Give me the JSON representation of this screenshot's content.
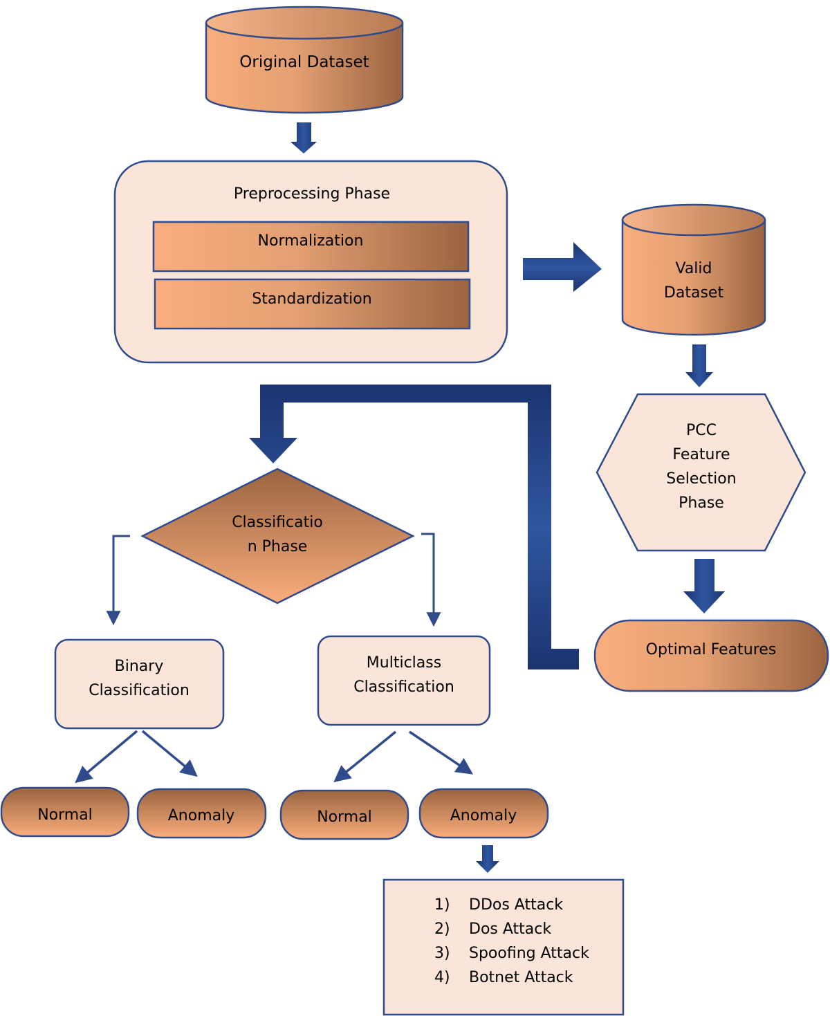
{
  "nodes": {
    "original_dataset": "Original Dataset",
    "preprocessing_phase": "Preprocessing Phase",
    "normalization": "Normalization",
    "standardization": "Standardization",
    "valid_dataset": [
      "Valid",
      "Dataset"
    ],
    "pcc_phase": [
      "PCC",
      "Feature",
      "Selection",
      "Phase"
    ],
    "optimal_features": "Optimal Features",
    "classification_phase": [
      "Classificatio",
      "n Phase"
    ],
    "binary_classification": [
      "Binary",
      "Classification"
    ],
    "multiclass_classification": [
      "Multiclass",
      "Classification"
    ],
    "binary_normal": "Normal",
    "binary_anomaly": "Anomaly",
    "multi_normal": "Normal",
    "multi_anomaly": "Anomaly",
    "attacks": [
      {
        "num": "1)",
        "label": "DDos Attack"
      },
      {
        "num": "2)",
        "label": "Dos Attack"
      },
      {
        "num": "3)",
        "label": "Spoofing Attack"
      },
      {
        "num": "4)",
        "label": "Botnet Attack"
      }
    ]
  },
  "colors": {
    "gradient_light": "#f9ad7c",
    "gradient_dark": "#9a6440",
    "panel_fill": "#fae5d8",
    "outline": "#2f4b8c",
    "arrow_dark": "#1c3470",
    "arrow_light": "#2f56a0"
  }
}
